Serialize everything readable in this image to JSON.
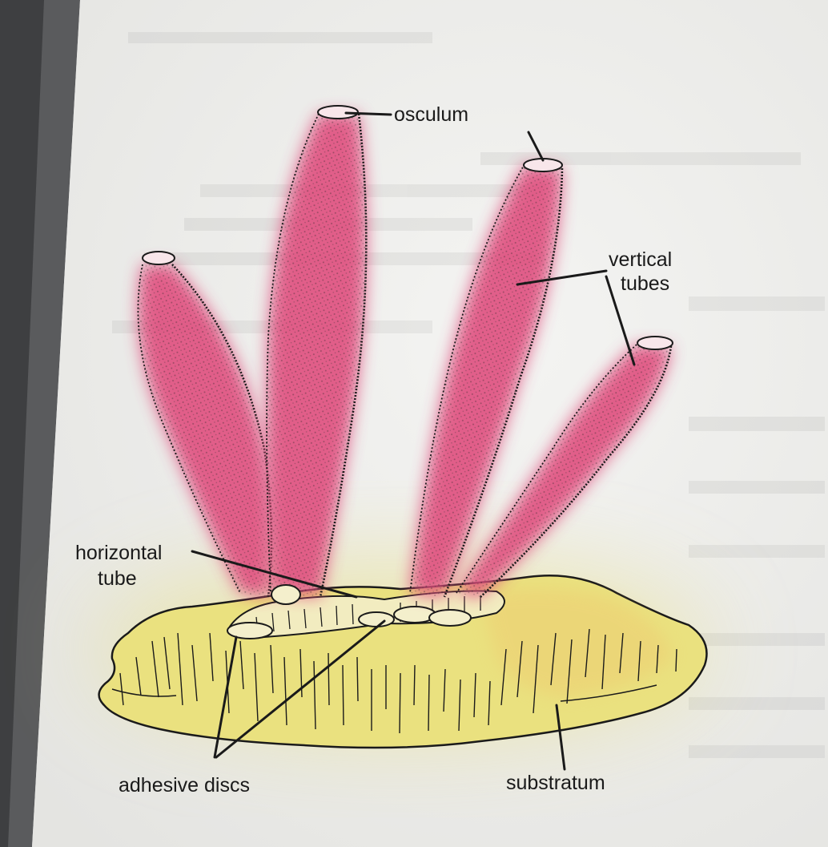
{
  "diagram": {
    "labels": {
      "osculum": "osculum",
      "vertical_tubes_line1": "vertical",
      "vertical_tubes_line2": "tubes",
      "horizontal_tube_line1": "horizontal",
      "horizontal_tube_line2": "tube",
      "adhesive_discs": "adhesive discs",
      "substratum": "substratum"
    },
    "colors": {
      "tube_pink": "#e0507f",
      "substratum_yellow": "#e9e07a",
      "ink": "#1a1a1a",
      "page": "#f1f1ef",
      "binding": "#5a5b5d"
    }
  }
}
